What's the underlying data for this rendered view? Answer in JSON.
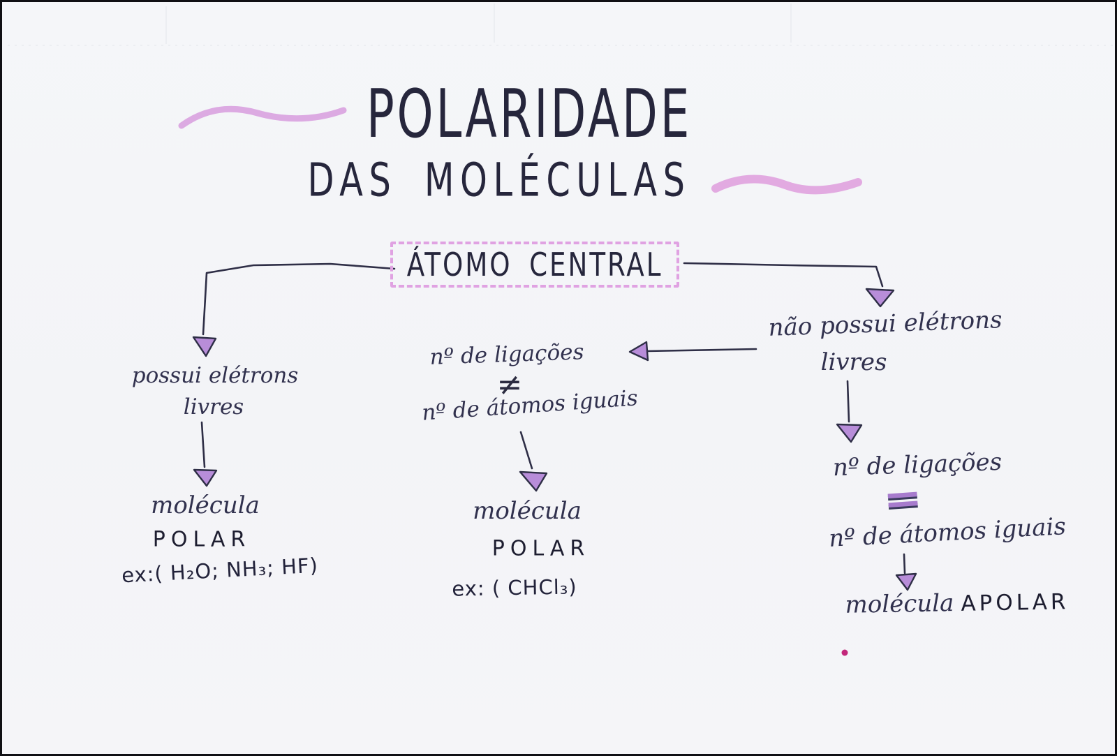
{
  "title": {
    "line1": "POLARIDADE",
    "line2": "DAS MOLÉCULAS"
  },
  "central_node": {
    "label": "ÁTOMO CENTRAL"
  },
  "left_branch": {
    "condition": [
      "possui elétrons",
      "livres"
    ],
    "molecule_word": "molécula",
    "polarity": "POLAR",
    "example": "ex:( H₂O; NH₃; HF)"
  },
  "middle_branch": {
    "line1": "nº de ligações",
    "operator": "≠",
    "line2": "nº de átomos iguais",
    "molecule_word": "molécula",
    "polarity": "POLAR",
    "example": "ex: ( CHCl₃)"
  },
  "right_branch": {
    "condition": [
      "não possui elétrons",
      "livres"
    ],
    "line1": "nº de ligações",
    "operator": "=",
    "line2": "nº de átomos iguais",
    "molecule_word": "molécula",
    "polarity": "APOLAR"
  },
  "colors": {
    "ink": "#2e2e46",
    "pink_squiggle": "#dba4e0",
    "pink_dashed_box": "#e0a2e2",
    "purple_arrowhead": "#b88dd9",
    "purple_equals_highlight": "#a77bcd",
    "stray_dot": "#c2267a",
    "paper": "#f4f5f8"
  }
}
